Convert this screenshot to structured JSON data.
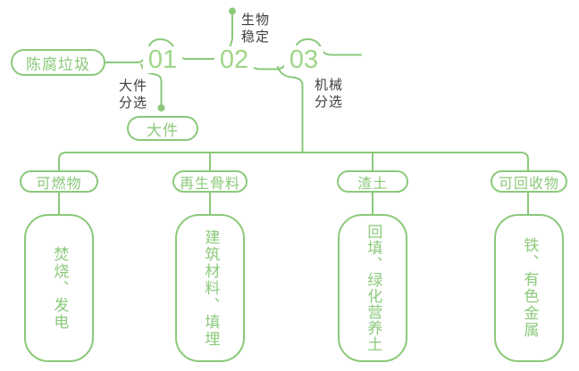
{
  "palette": {
    "green": "#8bc97a",
    "green_soft": "#9ed687",
    "dark": "#3e3e3e",
    "background": "#ffffff"
  },
  "flow": {
    "source_label": "陈腐垃圾",
    "steps": [
      {
        "number": "01",
        "process_label": "大件\n分选",
        "output_label": "大件"
      },
      {
        "number": "02",
        "process_label": "生物\n稳定"
      },
      {
        "number": "03",
        "process_label": "机械\n分选"
      }
    ]
  },
  "outputs": [
    {
      "category": "可燃物",
      "detail": "焚烧、发电"
    },
    {
      "category": "再生骨料",
      "detail": "建筑材料、填埋"
    },
    {
      "category": "渣土",
      "detail": "回填、绿化营养土"
    },
    {
      "category": "可回收物",
      "detail": "铁、有色金属"
    }
  ]
}
